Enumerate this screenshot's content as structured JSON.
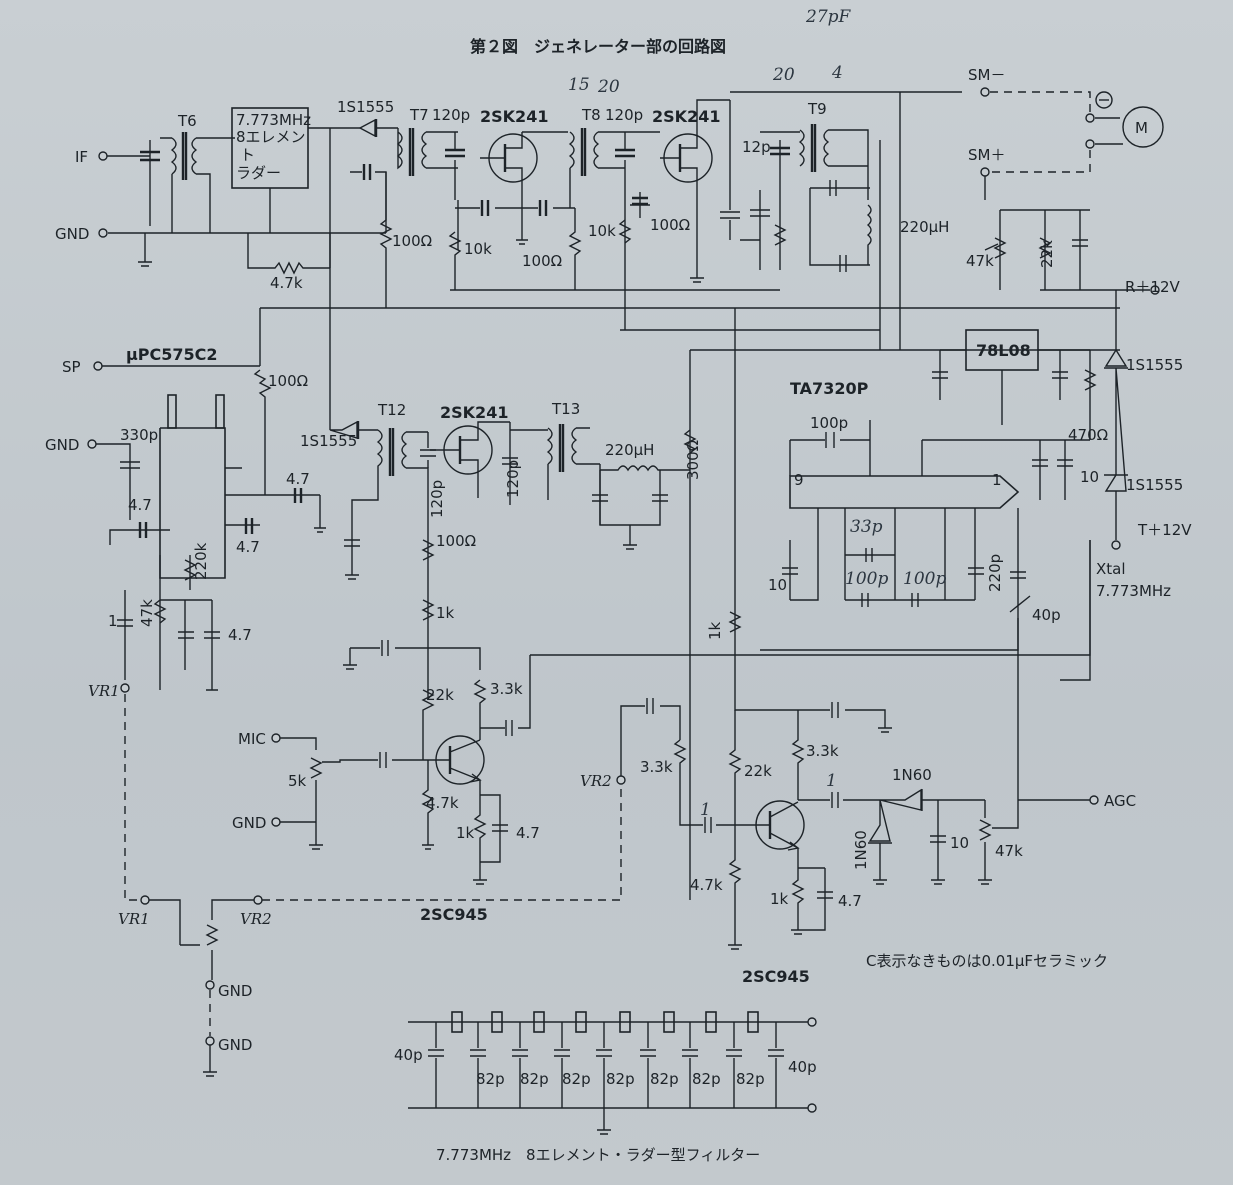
{
  "figure_title": "第２図　ジェネレーター部の回路図",
  "handwritten_notes": [
    "27pF",
    "15",
    "20",
    "20",
    "4",
    "33p",
    "100p",
    "100p"
  ],
  "terminals": {
    "if": "IF",
    "gnd_top": "GND",
    "sp": "SP",
    "gnd_sp": "GND",
    "mic": "MIC",
    "gnd_mic": "GND",
    "vr1_a": "VR1",
    "vr2_a": "VR2",
    "vr1_b": "VR1",
    "vr2_b": "VR2",
    "gnd_pot_1": "GND",
    "gnd_pot_2": "GND",
    "sm_minus": "SM－",
    "sm_plus": "SM＋",
    "r12": "R＋12V",
    "t12": "T＋12V",
    "agc": "AGC"
  },
  "parts": {
    "t6": "T6",
    "t7": "T7",
    "t8": "T8",
    "t9": "T9",
    "t12": "T12",
    "t13": "T13",
    "filter_box": [
      "7.773MHz",
      "8エレメン",
      "ト",
      "ラダー"
    ],
    "diode_top": "1S1555",
    "fet1": "2SK241",
    "fet2": "2SK241",
    "fet3": "2SK241",
    "c120_1": "120p",
    "c120_2": "120p",
    "c12": "12p",
    "r100_1": "100Ω",
    "r10k_1": "10k",
    "r100_2": "100Ω",
    "r10k_2": "10k",
    "r100_3": "100Ω",
    "r47k_top": "4.7k",
    "l220_top": "220μH",
    "pot47k": "47k",
    "r22k": "22k",
    "ic_amp": "μPC575C2",
    "c330": "330p",
    "c47_1": "4.7",
    "c47_2": "4.7",
    "c47_3": "4.7",
    "r100_sp": "100Ω",
    "r220k": "220k",
    "c1": "1",
    "r47k_sp": "47k",
    "c47_4": "4.7",
    "diode_mid": "1S1555",
    "c120_3": "120p",
    "r100_4": "100Ω",
    "c120_4": "120p",
    "l220_mid": "220μH",
    "r300": "300Ω",
    "ic_main": "TA7320P",
    "reg": "78L08",
    "c100": "100p",
    "pin9": "9",
    "pin1": "1",
    "r470": "470Ω",
    "c10_1": "10",
    "diode_r1": "1S1555",
    "diode_r2": "1S1555",
    "c10_2": "10",
    "c220": "220p",
    "c40": "40p",
    "xtal": [
      "Xtal",
      "7.773MHz"
    ],
    "r1k_a": "1k",
    "r1k_b": "1k",
    "r22k_a": "22k",
    "r33k_a": "3.3k",
    "r47k_a": "4.7k",
    "r1k_c": "1k",
    "c47_5": "4.7",
    "pot5k": "5k",
    "tr1": "2SC945",
    "r33k_b": "3.3k",
    "r22k_b": "22k",
    "r33k_c": "3.3k",
    "c1_b": "1",
    "c1_c": "1",
    "d1n60_1": "1N60",
    "d1n60_2": "1N60",
    "c10_3": "10",
    "pot47k_agc": "47k",
    "r47k_b": "4.7k",
    "r1k_d": "1k",
    "c47_6": "4.7",
    "tr2": "2SC945"
  },
  "note": "C表示なきものは0.01μFセラミック",
  "ladder": {
    "c_end_left": "40p",
    "c_mid": [
      "82p",
      "82p",
      "82p",
      "82p",
      "82p",
      "82p",
      "82p"
    ],
    "c_end_right": "40p",
    "caption": "7.773MHz　8エレメント・ラダー型フィルター"
  }
}
